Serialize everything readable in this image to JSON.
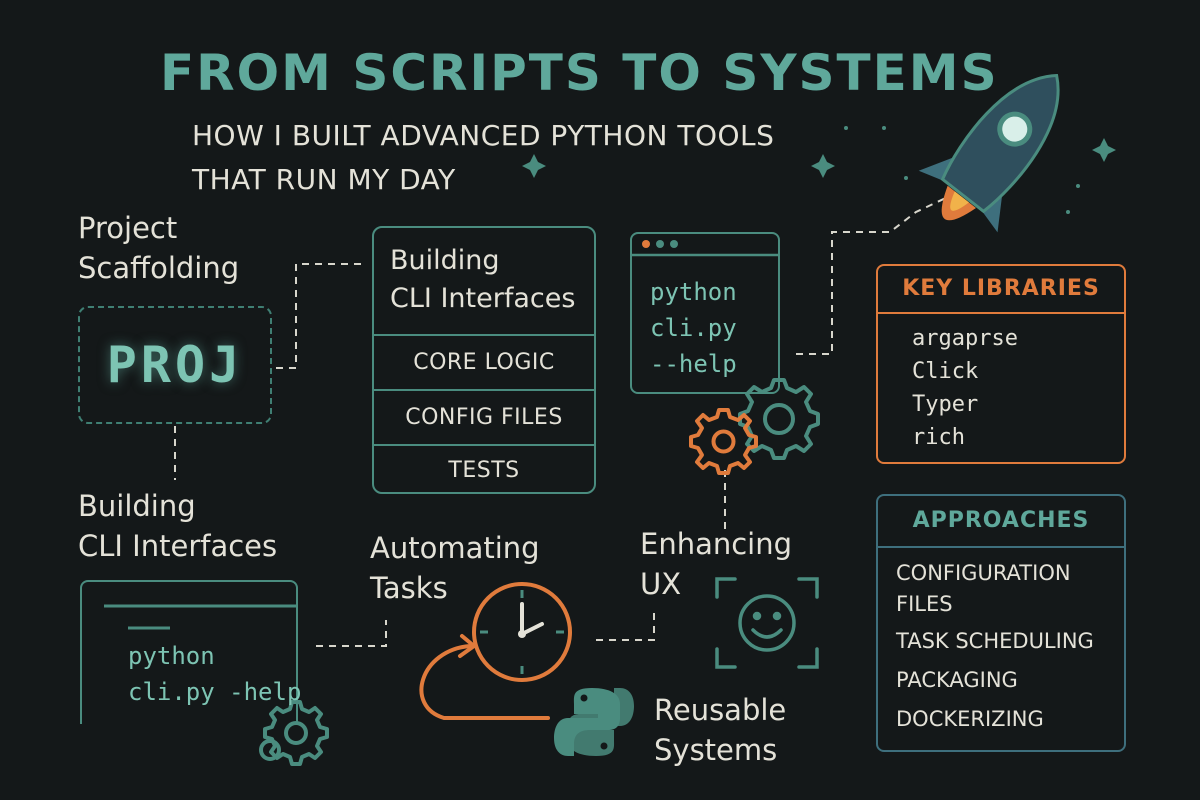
{
  "title": "FROM SCRIPTS TO SYSTEMS",
  "subtitle": {
    "line1": "HOW I BUILT ADVANCED PYTHON TOOLS",
    "line2": "THAT RUN MY DAY"
  },
  "project": {
    "label_line1": "Project",
    "label_line2": "Scaffolding",
    "badge": "PROJ"
  },
  "stack": {
    "heading_line1": "Building",
    "heading_line2": "CLI Interfaces",
    "rows": [
      "CORE LOGIC",
      "CONFIG FILES",
      "TESTS"
    ]
  },
  "top_terminal": {
    "lines": [
      "python",
      "cli.py",
      "--help"
    ]
  },
  "cli_section": {
    "label_line1": "Building",
    "label_line2": "CLI Interfaces",
    "code_line1": "python",
    "code_line2": "cli.py -help"
  },
  "automating": {
    "line1": "Automating",
    "line2": "Tasks"
  },
  "enhancing": {
    "line1": "Enhancing",
    "line2": "UX"
  },
  "reusable": {
    "line1": "Reusable",
    "line2": "Systems"
  },
  "key_libraries": {
    "title": "KEY LIBRARIES",
    "items": [
      "argaprse",
      "Click",
      "Typer",
      "rich"
    ]
  },
  "approaches": {
    "title": "APPROACHES",
    "items": [
      "CONFIGURATION",
      "FILES",
      "TASK SCHEDULING",
      "PACKAGING",
      "DOCKERIZING"
    ]
  },
  "colors": {
    "background": "#141819",
    "teal": "#4a8c7f",
    "teal_light": "#7dc4b3",
    "orange": "#e07b3c",
    "text": "#e4e2d8",
    "panel_blue": "#3e6f7d"
  },
  "icons": [
    "rocket-icon",
    "gear-icon",
    "clock-icon",
    "python-logo-icon",
    "smiley-icon",
    "sparkle-icon"
  ]
}
